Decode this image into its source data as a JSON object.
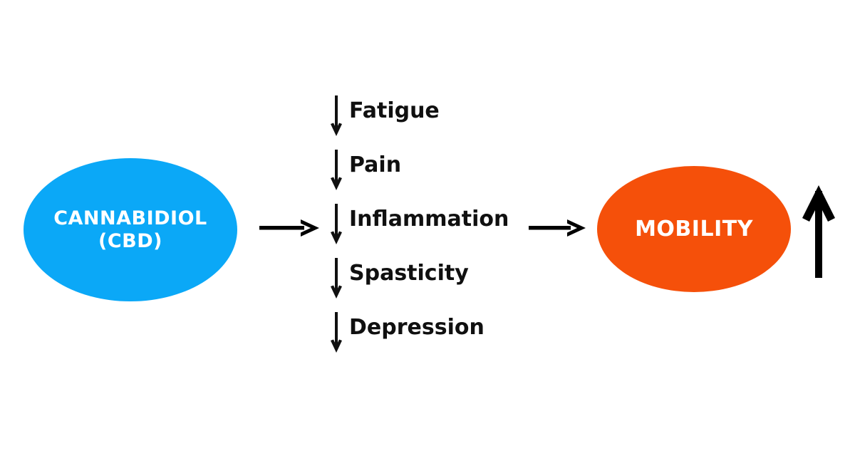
{
  "diagram": {
    "title": "CBD effects on mobility pathway",
    "background_color": "#FFFFFF",
    "nodes": {
      "source": {
        "label_line1": "CANNABIDIOL",
        "label_line2": "(CBD)",
        "fill_color": "#0BA8F7",
        "text_color": "#FFFFFF",
        "shape": "ellipse"
      },
      "target": {
        "label": "MOBILITY",
        "fill_color": "#F5500A",
        "text_color": "#FFFFFF",
        "shape": "ellipse"
      }
    },
    "effects": {
      "direction_icon": "down-arrow-icon",
      "text_color": "#101010",
      "items": [
        {
          "label": "Fatigue",
          "change": "decrease"
        },
        {
          "label": "Pain",
          "change": "decrease"
        },
        {
          "label": "Inflammation",
          "change": "decrease"
        },
        {
          "label": "Spasticity",
          "change": "decrease"
        },
        {
          "label": "Depression",
          "change": "decrease"
        }
      ]
    },
    "connectors": [
      {
        "name": "cbd-to-effects",
        "icon": "right-arrow-icon",
        "color": "#000000"
      },
      {
        "name": "effects-to-mobility",
        "icon": "right-arrow-icon",
        "color": "#000000"
      }
    ],
    "outcome": {
      "name": "mobility-increase",
      "icon": "up-arrow-icon",
      "change": "increase",
      "color": "#000000"
    }
  }
}
